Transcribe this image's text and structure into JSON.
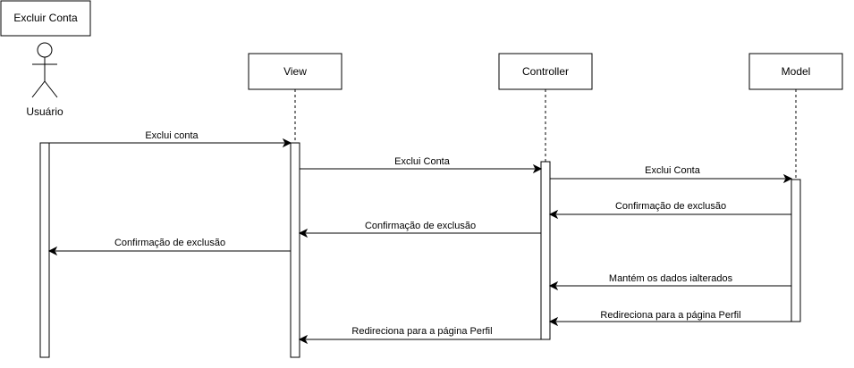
{
  "frame": {
    "title": "Excluir Conta"
  },
  "actor": {
    "label": "Usuário"
  },
  "participants": [
    {
      "label": "View"
    },
    {
      "label": "Controller"
    },
    {
      "label": "Model"
    }
  ],
  "messages": [
    {
      "label": "Exclui conta",
      "from": "Usuário",
      "to": "View"
    },
    {
      "label": "Exclui Conta",
      "from": "View",
      "to": "Controller"
    },
    {
      "label": "Exclui Conta",
      "from": "Controller",
      "to": "Model"
    },
    {
      "label": "Confirmação de exclusão",
      "from": "Model",
      "to": "Controller"
    },
    {
      "label": "Confirmação de exclusão",
      "from": "Controller",
      "to": "View"
    },
    {
      "label": "Confirmação de exclusão",
      "from": "View",
      "to": "Usuário"
    },
    {
      "label": "Mantém os dados ialterados",
      "from": "Model",
      "to": "Controller"
    },
    {
      "label": "Redireciona para a página Perfil",
      "from": "Model",
      "to": "Controller"
    },
    {
      "label": "Redireciona para a página Perfil",
      "from": "Controller",
      "to": "View"
    }
  ]
}
